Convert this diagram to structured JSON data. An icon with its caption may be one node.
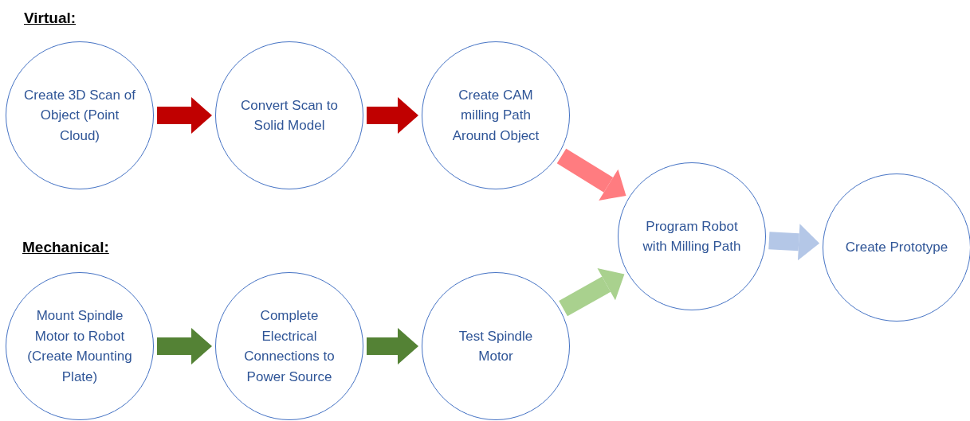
{
  "diagram": {
    "nodes": [
      {
        "text": [
          "Create 3D Scan of Object (Point Cloud)"
        ]
      },
      {
        "text": [
          "Convert Scan to Solid Model"
        ]
      },
      {
        "text": [
          "Create CAM milling Path Around Object"
        ]
      },
      {
        "text": [
          "Program Robot with Milling Path"
        ]
      },
      {
        "text": [
          "Create Prototype"
        ]
      },
      {
        "text": [
          "Mount Spindle Motor to Robot (Create Mounting Plate)"
        ]
      },
      {
        "text": [
          "Complete Electrical Connections to Power Source"
        ]
      },
      {
        "text": [
          "Test Spindle Motor"
        ]
      }
    ],
    "edges": [
      {
        "from": 0,
        "to": 1,
        "arrow": "to",
        "color": "#c00000"
      },
      {
        "from": 1,
        "to": 2,
        "arrow": "to",
        "color": "#c00000"
      },
      {
        "from": 2,
        "to": 3,
        "arrow": "to",
        "color": "#ff7c80"
      },
      {
        "from": 3,
        "to": 4,
        "arrow": "to",
        "color": "#b4c7e7"
      },
      {
        "from": 5,
        "to": 6,
        "arrow": "to",
        "color": "#548235"
      },
      {
        "from": 6,
        "to": 7,
        "arrow": "to",
        "color": "#548235"
      },
      {
        "from": 7,
        "to": 3,
        "arrow": "to",
        "color": "#a9d18e"
      }
    ],
    "labels": [
      "Virtual:",
      "Mechanical:"
    ]
  }
}
